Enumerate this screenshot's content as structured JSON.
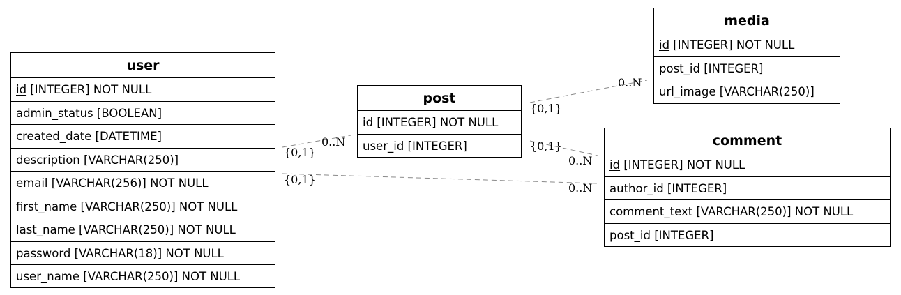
{
  "entities": {
    "user": {
      "name": "user",
      "fields": [
        {
          "name": "id",
          "type": " [INTEGER] NOT NULL",
          "pk": true
        },
        {
          "name": "admin_status",
          "type": " [BOOLEAN]",
          "pk": false
        },
        {
          "name": "created_date",
          "type": " [DATETIME]",
          "pk": false
        },
        {
          "name": "description",
          "type": " [VARCHAR(250)]",
          "pk": false
        },
        {
          "name": "email",
          "type": " [VARCHAR(256)] NOT NULL",
          "pk": false
        },
        {
          "name": "first_name",
          "type": " [VARCHAR(250)] NOT NULL",
          "pk": false
        },
        {
          "name": "last_name",
          "type": " [VARCHAR(250)] NOT NULL",
          "pk": false
        },
        {
          "name": "password",
          "type": " [VARCHAR(18)] NOT NULL",
          "pk": false
        },
        {
          "name": "user_name",
          "type": " [VARCHAR(250)] NOT NULL",
          "pk": false
        }
      ]
    },
    "post": {
      "name": "post",
      "fields": [
        {
          "name": "id",
          "type": " [INTEGER] NOT NULL",
          "pk": true
        },
        {
          "name": "user_id",
          "type": " [INTEGER]",
          "pk": false
        }
      ]
    },
    "media": {
      "name": "media",
      "fields": [
        {
          "name": "id",
          "type": " [INTEGER] NOT NULL",
          "pk": true
        },
        {
          "name": "post_id",
          "type": " [INTEGER]",
          "pk": false
        },
        {
          "name": "url_image",
          "type": " [VARCHAR(250)]",
          "pk": false
        }
      ]
    },
    "comment": {
      "name": "comment",
      "fields": [
        {
          "name": "id",
          "type": " [INTEGER] NOT NULL",
          "pk": true
        },
        {
          "name": "author_id",
          "type": " [INTEGER]",
          "pk": false
        },
        {
          "name": "comment_text",
          "type": " [VARCHAR(250)] NOT NULL",
          "pk": false
        },
        {
          "name": "post_id",
          "type": " [INTEGER]",
          "pk": false
        }
      ]
    }
  },
  "relationships": [
    {
      "from": "user",
      "to": "post",
      "from_card": "{0,1}",
      "to_card": "0..N"
    },
    {
      "from": "user",
      "to": "comment",
      "from_card": "{0,1}",
      "to_card": "0..N"
    },
    {
      "from": "post",
      "to": "media",
      "from_card": "{0,1}",
      "to_card": "0..N"
    },
    {
      "from": "post",
      "to": "comment",
      "from_card": "{0,1}",
      "to_card": "0..N"
    }
  ],
  "colors": {
    "edge": "#8a8a8a",
    "border": "#000000",
    "background": "#ffffff"
  }
}
